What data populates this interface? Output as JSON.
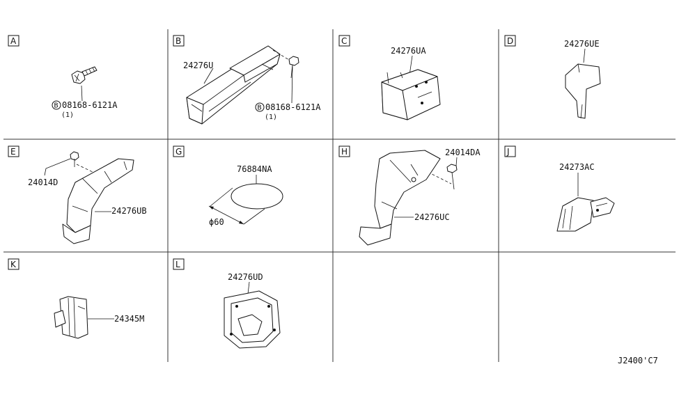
{
  "cells": [
    {
      "key": "A",
      "parts": [
        "08168-6121A"
      ],
      "qty": "(1)"
    },
    {
      "key": "B",
      "parts": [
        "24276U",
        "08168-6121A"
      ],
      "qty": "(1)"
    },
    {
      "key": "C",
      "parts": [
        "24276UA"
      ]
    },
    {
      "key": "D",
      "parts": [
        "24276UE"
      ]
    },
    {
      "key": "E",
      "parts": [
        "24014D",
        "24276UB"
      ]
    },
    {
      "key": "G",
      "parts": [
        "76884NA"
      ],
      "dimension": "ϕ60"
    },
    {
      "key": "H",
      "parts": [
        "24014DA",
        "24276UC"
      ]
    },
    {
      "key": "J",
      "parts": [
        "24273AC"
      ]
    },
    {
      "key": "K",
      "parts": [
        "24345M"
      ]
    },
    {
      "key": "L",
      "parts": [
        "24276UD"
      ]
    }
  ],
  "bolt_prefix": "B",
  "drawing_code": "J2400'C7"
}
